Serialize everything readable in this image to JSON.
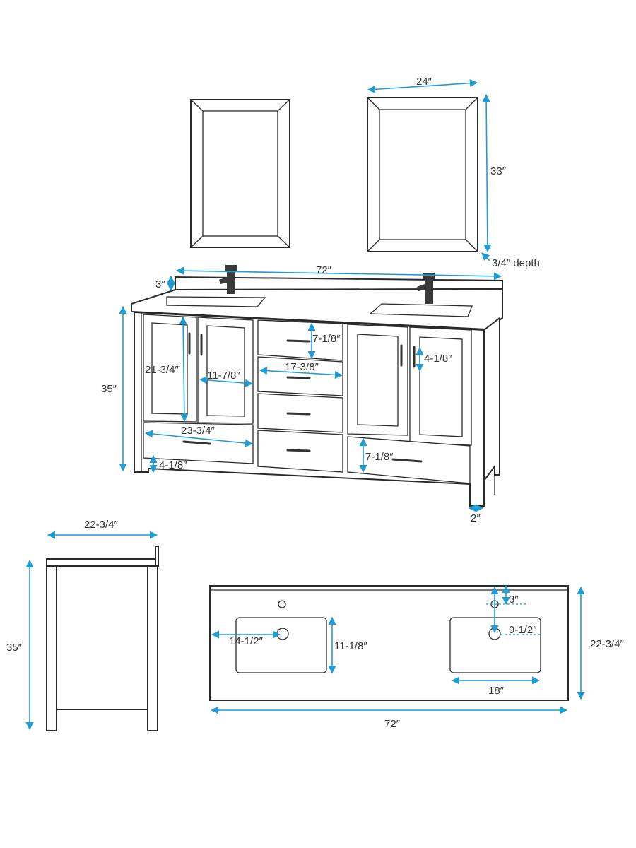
{
  "front_view": {
    "mirror_width": "24″",
    "mirror_height": "33″",
    "mirror_depth": "3/4″ depth",
    "vanity_width": "72″",
    "backsplash_height": "3″",
    "vanity_height": "35″",
    "door_height": "21-3/4″",
    "door_width": "11-7/8″",
    "center_drawer_height": "7-1/8″",
    "center_drawer_width": "17-3/8″",
    "handle_length": "4-1/8″",
    "bottom_drawer_width": "23-3/4″",
    "bottom_drawer_height": "7-1/8″",
    "toe_kick_height": "4-1/8″",
    "leg_width": "2″"
  },
  "side_view": {
    "depth": "22-3/4″",
    "height": "35″"
  },
  "top_view": {
    "sink_offset": "14-1/2″",
    "sink_depth": "11-1/8″",
    "faucet_offset": "3″",
    "drain_offset": "9-1/2″",
    "sink_width": "18″",
    "counter_depth": "22-3/4″",
    "counter_width": "72″"
  }
}
